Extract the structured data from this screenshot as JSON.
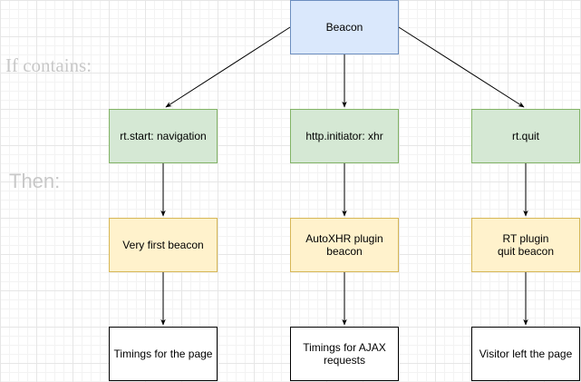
{
  "side_labels": {
    "if_contains": "If contains:",
    "then": "Then:"
  },
  "nodes": {
    "beacon": "Beacon",
    "cond_rt_start": "rt.start: navigation",
    "cond_http_initiator": "http.initiator: xhr",
    "cond_rt_quit": "rt.quit",
    "type_first": "Very first beacon",
    "type_autoxhr": "AutoXHR plugin\nbeacon",
    "type_rt_quit": "RT plugin\nquit beacon",
    "out_page": "Timings for the page",
    "out_ajax": "Timings for AJAX\nrequests",
    "out_left": "Visitor left the page"
  },
  "colors": {
    "blue_fill": "#dae8fc",
    "green_fill": "#d5e8d4",
    "yellow_fill": "#fff2cc",
    "white_fill": "#ffffff"
  }
}
